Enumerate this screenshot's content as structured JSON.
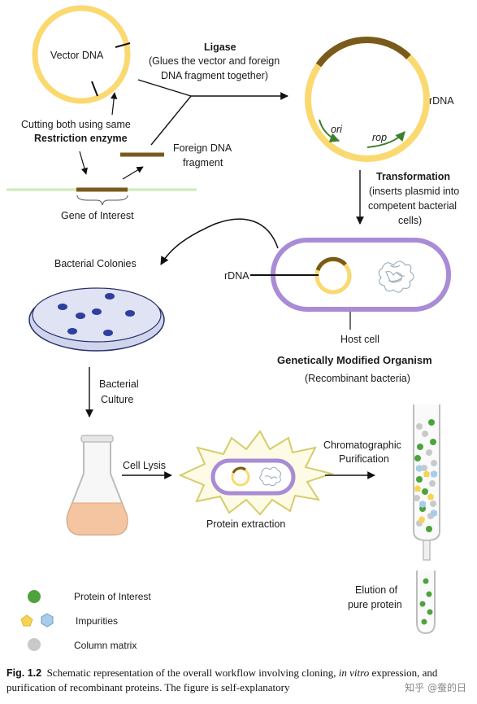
{
  "labels": {
    "vector_dna": "Vector DNA",
    "ligase_title": "Ligase",
    "ligase_desc_1": "(Glues the vector and foreign",
    "ligase_desc_2": "DNA fragment together)",
    "cutting_1": "Cutting both using same",
    "cutting_2": "Restriction enzyme",
    "foreign_dna_1": "Foreign DNA",
    "foreign_dna_2": "fragment",
    "gene_of_interest": "Gene of Interest",
    "rdna_plasmid": "rDNA",
    "ori": "ori",
    "rop": "rop",
    "transformation_title": "Transformation",
    "transformation_1": "(inserts plasmid into",
    "transformation_2": "competent bacterial",
    "transformation_3": "cells)",
    "bacterial_colonies": "Bacterial Colonies",
    "rdna_cell": "rDNA",
    "host_cell": "Host cell",
    "gmo_title": "Genetically Modified Organism",
    "gmo_sub": "(Recombinant bacteria)",
    "bacterial_culture_1": "Bacterial",
    "bacterial_culture_2": "Culture",
    "cell_lysis": "Cell Lysis",
    "protein_extraction": "Protein extraction",
    "chromatographic_1": "Chromatographic",
    "chromatographic_2": "Purification",
    "elution_1": "Elution of",
    "elution_2": "pure protein"
  },
  "legend": {
    "protein_of_interest": "Protein of Interest",
    "impurities": "Impurities",
    "column_matrix": "Column matrix"
  },
  "caption": {
    "fig_label": "Fig. 1.2",
    "text_a": "Schematic representation of the overall workflow involving cloning,",
    "text_italic": "in vitro",
    "text_b": "expression, and purification of recombinant proteins. The figure is self-explanatory"
  },
  "watermark": "知乎 @蚕的日",
  "colors": {
    "plasmid": "#fbd971",
    "insert": "#7a5a1c",
    "arrow_green": "#3f7f2f",
    "membrane": "#a98bd6",
    "cell_fill": "#ffffff",
    "colony": "#2f3f9e",
    "plate": "#dfe3f3",
    "flask_liquid": "#f5c5a1",
    "protein_green": "#4da33c",
    "impurity_yellow": "#f7d352",
    "impurity_blue": "#a8cdeb",
    "matrix_gray": "#c9c9c9",
    "gene_line": "#c8ecb3"
  },
  "icons": {
    "flask": "erlenmeyer-flask-icon",
    "plate": "petri-dish-icon",
    "column": "chromatography-column-icon",
    "tube": "test-tube-icon"
  }
}
